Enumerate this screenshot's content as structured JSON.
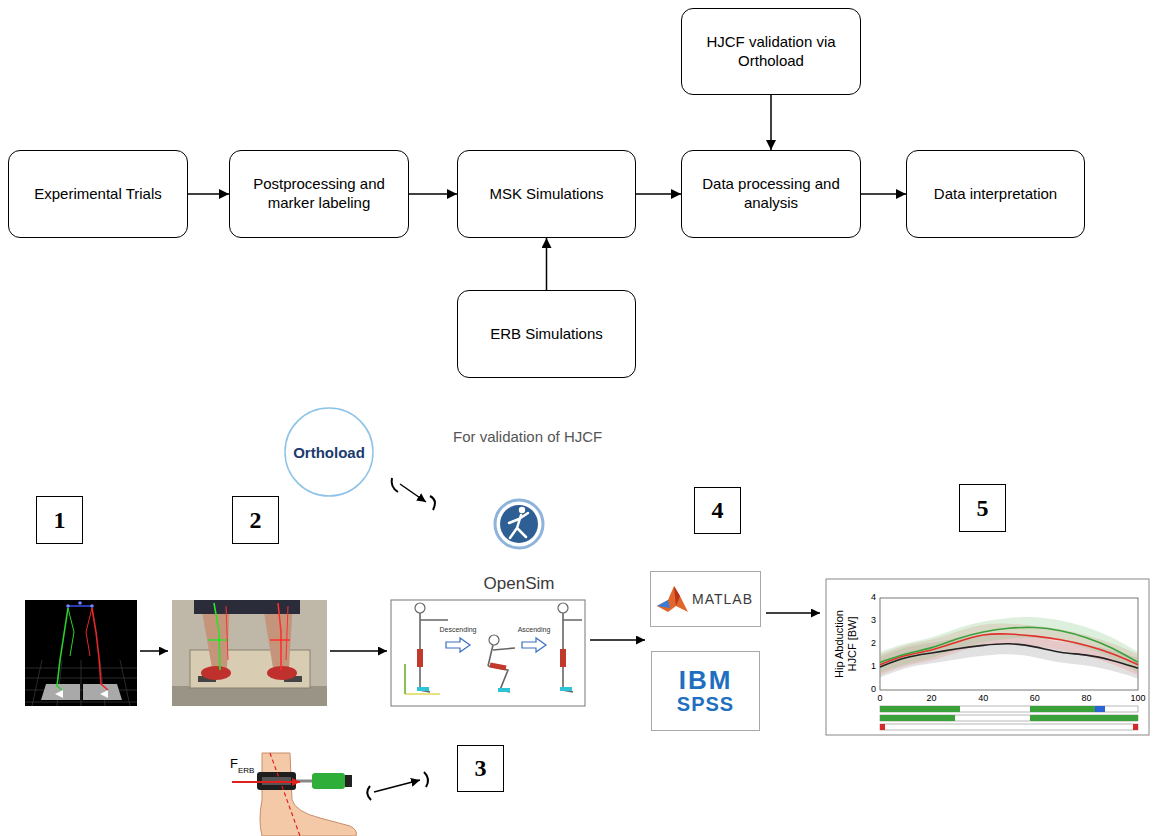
{
  "diagram": {
    "nodes": [
      {
        "text": [
          "HJCF validation via Orthoload"
        ]
      },
      {
        "text": [
          "Experimental Trials"
        ]
      },
      {
        "text": [
          "Postprocessing and marker labeling"
        ]
      },
      {
        "text": [
          "MSK Simulations"
        ]
      },
      {
        "text": [
          "Data processing and analysis"
        ]
      },
      {
        "text": [
          "Data interpretation"
        ]
      },
      {
        "text": [
          "ERB Simulations"
        ]
      },
      {
        "text": [
          "Orthoload"
        ]
      },
      {
        "text": [
          "1"
        ]
      },
      {
        "text": [
          "2"
        ]
      },
      {
        "text": [
          "3"
        ]
      },
      {
        "text": [
          "4"
        ]
      },
      {
        "text": [
          "5"
        ]
      },
      {
        "text": [
          "MATLAB"
        ]
      },
      {
        "text": [
          "IBM",
          "SPSS"
        ]
      }
    ],
    "edges": [
      {
        "from": 1,
        "to": 2,
        "arrow": "to"
      },
      {
        "from": 2,
        "to": 3,
        "arrow": "to"
      },
      {
        "from": 3,
        "to": 4,
        "arrow": "to"
      },
      {
        "from": 4,
        "to": 5,
        "arrow": "to"
      },
      {
        "from": 0,
        "to": 4,
        "arrow": "to"
      },
      {
        "from": 6,
        "to": 3,
        "arrow": "to"
      }
    ],
    "labels": [
      "For validation of HJCF",
      "OpenSim",
      "Descending",
      "Ascending",
      "F",
      "ERB",
      "Hip Abduction HJCF [BW]",
      "4",
      "3",
      "2",
      "1",
      "0",
      "0",
      "20",
      "40",
      "60",
      "80",
      "100"
    ]
  }
}
